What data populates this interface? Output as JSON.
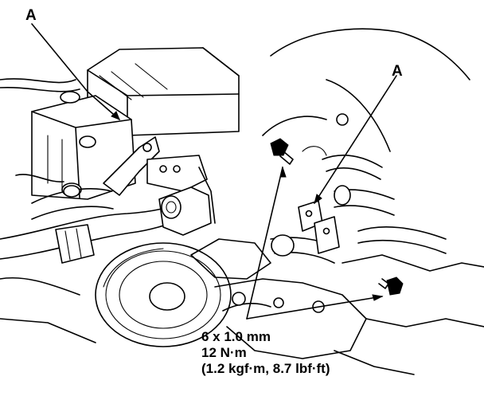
{
  "callouts": {
    "left_label": "A",
    "right_label": "A"
  },
  "torque_spec": {
    "bolt_size": "6 x 1.0 mm",
    "torque_nm": "12 N·m",
    "torque_alt": "(1.2 kgf·m, 8.7 lbf·ft)"
  }
}
